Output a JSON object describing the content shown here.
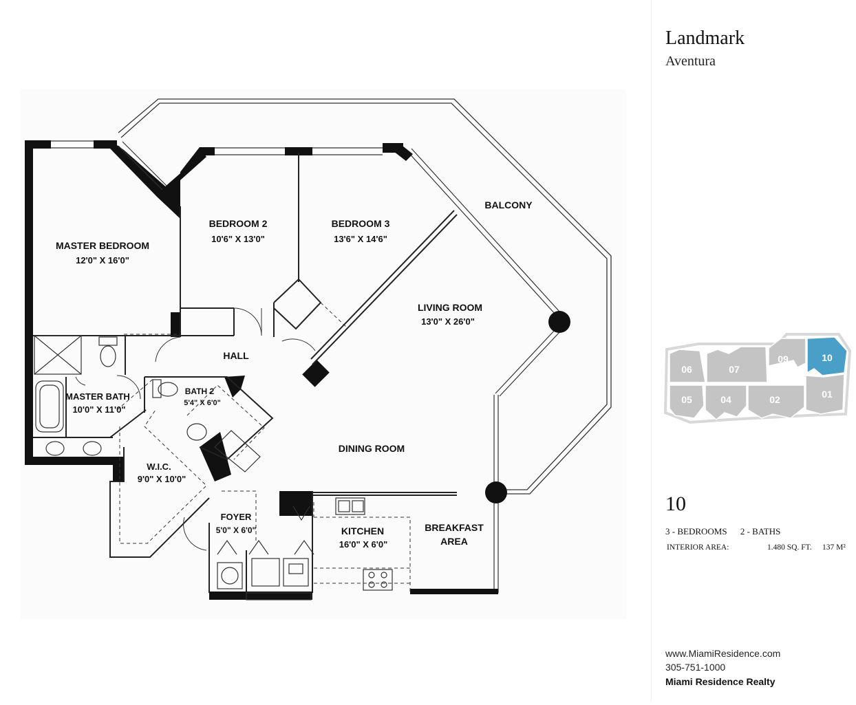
{
  "rooms": {
    "master_bedroom": {
      "name": "MASTER BEDROOM",
      "dims": "12'0\" X 16'0\""
    },
    "bedroom2": {
      "name": "BEDROOM 2",
      "dims": "10'6\" X 13'0\""
    },
    "bedroom3": {
      "name": "BEDROOM 3",
      "dims": "13'6\" X 14'6\""
    },
    "balcony": {
      "name": "BALCONY"
    },
    "living_room": {
      "name": "LIVING ROOM",
      "dims": "13'0\" X 26'0\""
    },
    "hall": {
      "name": "HALL"
    },
    "master_bath": {
      "name": "MASTER BATH",
      "dims": "10'0\" X 11'0\""
    },
    "bath2": {
      "name": "BATH 2",
      "dims": "5'4\" X 6'0\""
    },
    "dining_room": {
      "name": "DINING ROOM"
    },
    "wic": {
      "name": "W.I.C.",
      "dims": "9'0\" X 10'0\""
    },
    "foyer": {
      "name": "FOYER",
      "dims": "5'0\" X 6'0\""
    },
    "kitchen": {
      "name": "KITCHEN",
      "dims": "16'0\" X 6'0\""
    },
    "breakfast": {
      "name_line1": "BREAKFAST",
      "name_line2": "AREA"
    }
  },
  "sidebar": {
    "title": "Landmark",
    "subtitle": "Aventura",
    "unit": "10",
    "bedrooms": "3 - BEDROOMS",
    "baths": "2 - BATHS",
    "interior_label": "INTERIOR AREA:",
    "sqft": "1.480 SQ. FT.",
    "m2": "137 M²",
    "website": "www.MiamiResidence.com",
    "phone": "305-751-1000",
    "company": "Miami Residence Realty"
  },
  "keyplan": {
    "units": [
      "06",
      "07",
      "09",
      "10",
      "05",
      "04",
      "02",
      "01"
    ],
    "highlighted": "10",
    "highlight_color": "#4a9fc8",
    "unit_color": "#c4c4c4"
  }
}
